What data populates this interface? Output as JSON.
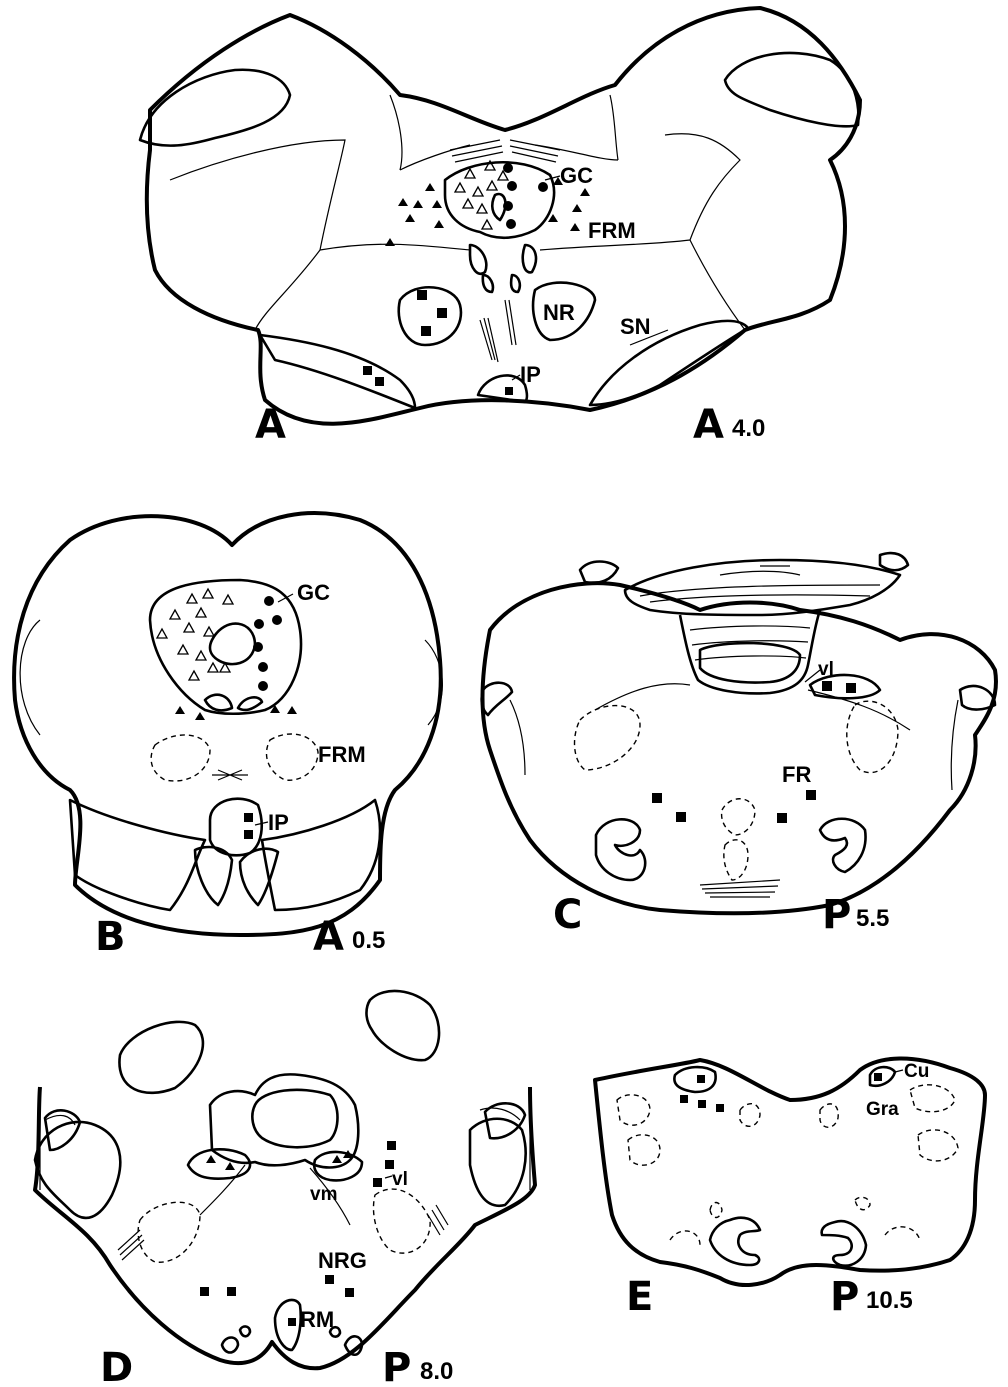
{
  "panels": {
    "A": {
      "letter": "A",
      "coord_prefix": "A",
      "coord_value": "4.0",
      "labels": [
        "GC",
        "FRM",
        "NR",
        "SN",
        "IP"
      ]
    },
    "B": {
      "letter": "B",
      "coord_prefix": "A",
      "coord_value": "0.5",
      "labels": [
        "GC",
        "FRM",
        "IP"
      ]
    },
    "C": {
      "letter": "C",
      "coord_prefix": "P",
      "coord_value": "5.5",
      "labels": [
        "vl",
        "FR"
      ]
    },
    "D": {
      "letter": "D",
      "coord_prefix": "P",
      "coord_value": "8.0",
      "labels": [
        "vm",
        "vl",
        "NRG",
        "RM"
      ]
    },
    "E": {
      "letter": "E",
      "coord_prefix": "P",
      "coord_value": "10.5",
      "labels": [
        "Cu",
        "Gra"
      ]
    }
  },
  "marker_types": [
    "filled-square",
    "filled-circle",
    "filled-triangle",
    "open-triangle"
  ],
  "colors": {
    "ink": "#000000",
    "paper": "#ffffff"
  }
}
